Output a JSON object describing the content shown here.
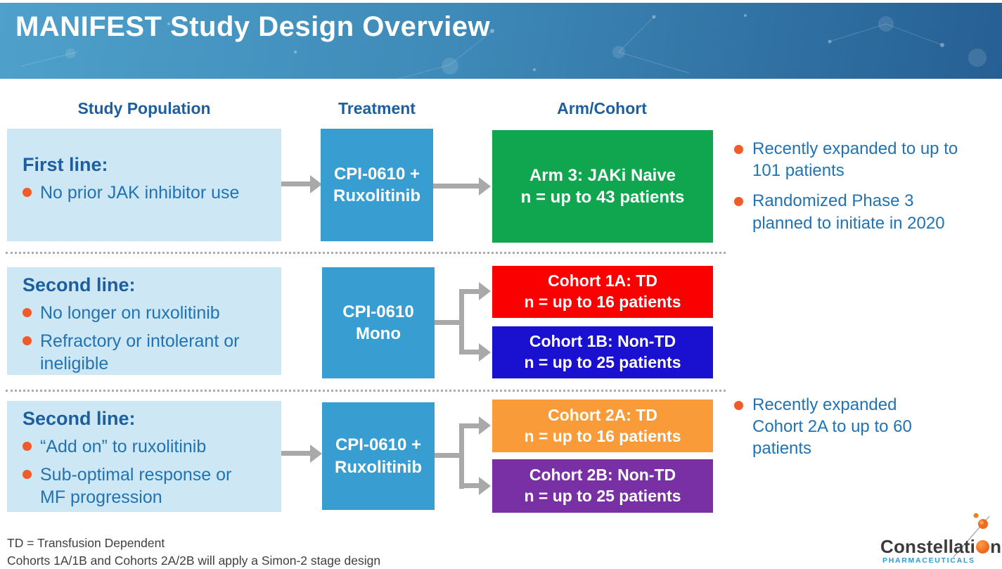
{
  "banner": {
    "title": "MANIFEST Study Design Overview"
  },
  "column_headers": {
    "population": "Study Population",
    "treatment": "Treatment",
    "cohort": "Arm/Cohort"
  },
  "rows": [
    {
      "population": {
        "heading": "First line:",
        "bullets": [
          "No prior JAK inhibitor use"
        ]
      },
      "treatment": {
        "line1": "CPI-0610 +",
        "line2": "Ruxolitinib"
      },
      "cohorts": [
        {
          "line1": "Arm 3: JAKi Naive",
          "line2": "n = up to 43 patients",
          "color": "#10A650"
        }
      ],
      "side_notes": [
        "Recently expanded to up to 101 patients",
        "Randomized Phase 3 planned to initiate in 2020"
      ]
    },
    {
      "population": {
        "heading": "Second line:",
        "bullets": [
          "No longer on ruxolitinib",
          "Refractory or intolerant or ineligible"
        ]
      },
      "treatment": {
        "line1": "CPI-0610",
        "line2": "Mono"
      },
      "cohorts": [
        {
          "line1": "Cohort 1A: TD",
          "line2": "n = up to 16 patients",
          "color": "#FB0000"
        },
        {
          "line1": "Cohort 1B: Non-TD",
          "line2": "n = up to 25 patients",
          "color": "#1A10D0"
        }
      ],
      "side_notes": []
    },
    {
      "population": {
        "heading": "Second line:",
        "bullets": [
          "“Add on” to ruxolitinib",
          "Sub-optimal response or MF progression"
        ]
      },
      "treatment": {
        "line1": "CPI-0610 +",
        "line2": "Ruxolitinib"
      },
      "cohorts": [
        {
          "line1": "Cohort 2A: TD",
          "line2": "n = up to 16 patients",
          "color": "#F89B38"
        },
        {
          "line1": "Cohort 2B: Non-TD",
          "line2": "n = up to 25 patients",
          "color": "#7930A4"
        }
      ],
      "side_notes": [
        "Recently expanded Cohort 2A to up to 60 patients"
      ]
    }
  ],
  "footnotes": [
    "TD = Transfusion Dependent",
    "Cohorts 1A/1B and Cohorts 2A/2B will apply a Simon-2 stage design"
  ],
  "logo": {
    "wordmark_prefix": "Constellati",
    "wordmark_suffix": "n",
    "subtitle": "PHARMACEUTICALS"
  },
  "colors": {
    "banner_gradient_left": "#4FA0CB",
    "banner_gradient_right": "#265F93",
    "heading_blue": "#1D5F9E",
    "body_blue": "#2173B2",
    "bullet_orange": "#F15A29",
    "population_bg": "#CEE7F5",
    "treatment_blue": "#389ED2",
    "arm3_green": "#10A650",
    "cohort1a_red": "#FB0000",
    "cohort1b_blue": "#1A10D0",
    "cohort2a_orange": "#F89B38",
    "cohort2b_purple": "#7930A4",
    "arrow_gray": "#A9A9A9",
    "footnote_gray": "#3F3F3F",
    "logo_text": "#3C3C3C",
    "logo_blue": "#2B9CD8"
  }
}
